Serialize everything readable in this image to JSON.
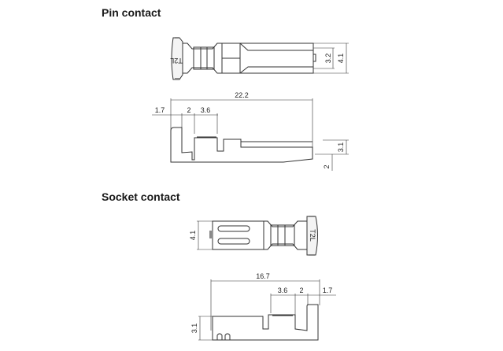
{
  "sections": {
    "pin": {
      "title": "Pin contact",
      "marking": "T2L",
      "dims": {
        "d32": "3.2",
        "d41": "4.1",
        "d222": "22.2",
        "d17": "1.7",
        "d2a": "2",
        "d36": "3.6",
        "d31": "3.1",
        "d2b": "2"
      }
    },
    "socket": {
      "title": "Socket contact",
      "marking": "T2L",
      "dims": {
        "d41": "4.1",
        "d167": "16.7",
        "d36": "3.6",
        "d2": "2",
        "d17": "1.7",
        "d31": "3.1"
      }
    }
  }
}
